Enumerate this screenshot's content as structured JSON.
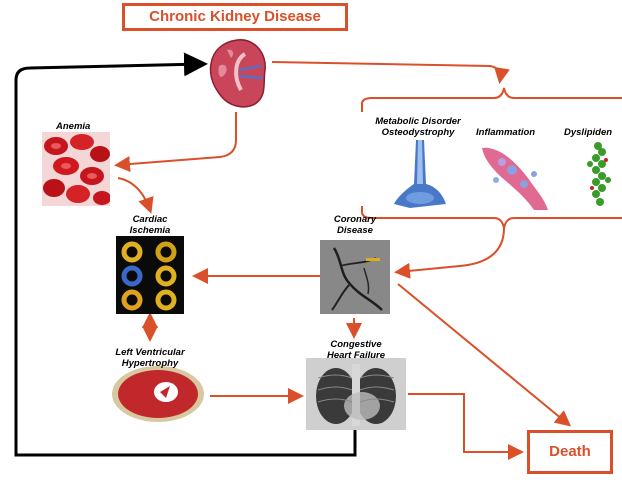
{
  "title": "Chronic Kidney Disease",
  "outcome": "Death",
  "nodes": {
    "anemia": "Anemia",
    "cardiac_ischemia_line1": "Cardiac",
    "cardiac_ischemia_line2": "Ischemia",
    "coronary_line1": "Coronary",
    "coronary_line2": "Disease",
    "lvh_line1": "Left Ventricular",
    "lvh_line2": "Hypertrophy",
    "chf_line1": "Congestive",
    "chf_line2": "Heart Failure",
    "metabolic_line1": "Metabolic Disorder",
    "metabolic_line2": "Osteodystrophy",
    "inflammation": "Inflammation",
    "dyslipidemia": "Dyslipiden"
  },
  "colors": {
    "accent": "#d9502a",
    "loop_line": "#000000"
  }
}
